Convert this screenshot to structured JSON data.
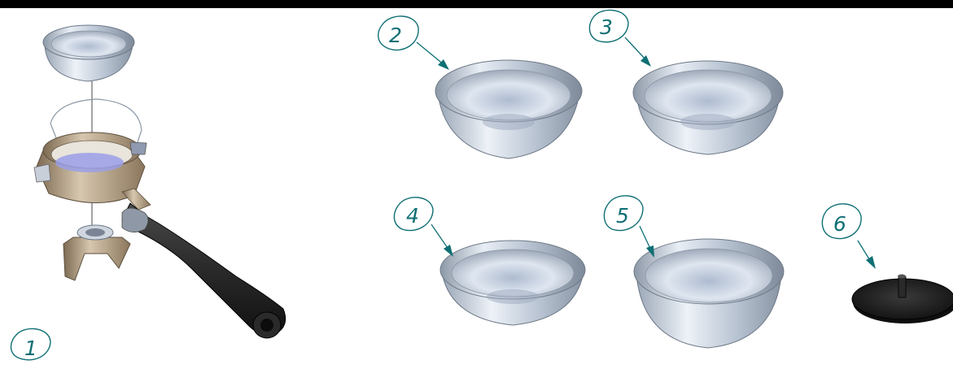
{
  "callouts": [
    {
      "id": "1",
      "label": "1"
    },
    {
      "id": "2",
      "label": "2"
    },
    {
      "id": "3",
      "label": "3"
    },
    {
      "id": "4",
      "label": "4"
    },
    {
      "id": "5",
      "label": "5"
    },
    {
      "id": "6",
      "label": "6"
    }
  ],
  "colors": {
    "callout": "#0f6f74",
    "metal": "#c8d3e2",
    "brass": "#a78f6f",
    "handle": "#2b2b2b",
    "disc": "#1c1c1c"
  }
}
